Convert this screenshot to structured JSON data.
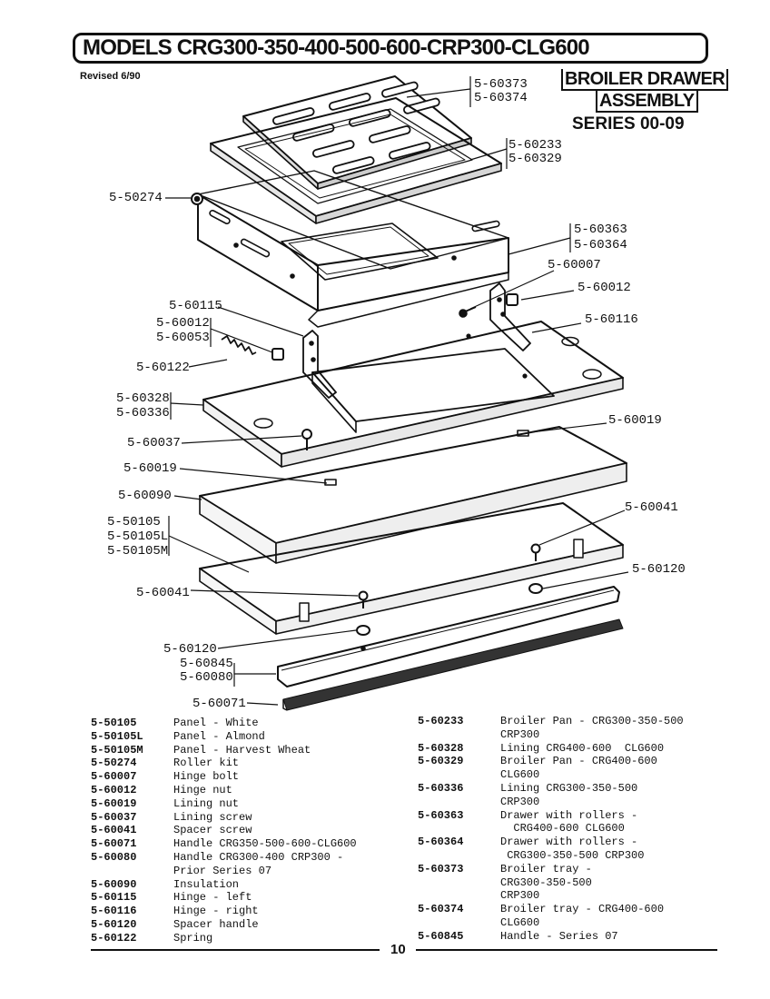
{
  "header": {
    "models_title": "MODELS CRG300-350-400-500-600-CRP300-CLG600",
    "revised": "Revised 6/90",
    "assembly_line1": "BROILER DRAWER",
    "assembly_line2": "ASSEMBLY",
    "series": "SERIES 00-09"
  },
  "callouts": {
    "c_60373": "5-60373",
    "c_60374": "5-60374",
    "c_60233": "5-60233",
    "c_60329": "5-60329",
    "c_50274": "5-50274",
    "c_60363": "5-60363",
    "c_60364": "5-60364",
    "c_60007": "5-60007",
    "c_60012_r": "5-60012",
    "c_60115": "5-60115",
    "c_60012_l": "5-60012",
    "c_60053": "5-60053",
    "c_60116": "5-60116",
    "c_60122": "5-60122",
    "c_60328": "5-60328",
    "c_60336": "5-60336",
    "c_60019_r": "5-60019",
    "c_60037": "5-60037",
    "c_60019_l": "5-60019",
    "c_60090": "5-60090",
    "c_60041_r": "5-60041",
    "c_50105": "5-50105",
    "c_50105L": "5-50105L",
    "c_50105M": "5-50105M",
    "c_60120_r": "5-60120",
    "c_60041_l": "5-60041",
    "c_60120_l": "5-60120",
    "c_60845": "5-60845",
    "c_60080": "5-60080",
    "c_60071": "5-60071"
  },
  "parts_left": [
    {
      "num": "5-50105",
      "desc": "Panel - White"
    },
    {
      "num": "5-50105L",
      "desc": "Panel - Almond"
    },
    {
      "num": "5-50105M",
      "desc": "Panel - Harvest Wheat"
    },
    {
      "num": "5-50274",
      "desc": "Roller kit"
    },
    {
      "num": "5-60007",
      "desc": "Hinge bolt"
    },
    {
      "num": "5-60012",
      "desc": "Hinge nut"
    },
    {
      "num": "5-60019",
      "desc": "Lining nut"
    },
    {
      "num": "5-60037",
      "desc": "Lining screw"
    },
    {
      "num": "5-60041",
      "desc": "Spacer screw"
    },
    {
      "num": "5-60071",
      "desc": "Handle CRG350-500-600-CLG600"
    },
    {
      "num": "5-60080",
      "desc": "Handle CRG300-400 CRP300 -"
    },
    {
      "num": "",
      "desc": "  Prior Series 07"
    },
    {
      "num": "5-60090",
      "desc": "Insulation"
    },
    {
      "num": "5-60115",
      "desc": "Hinge - left"
    },
    {
      "num": "5-60116",
      "desc": "Hinge - right"
    },
    {
      "num": "5-60120",
      "desc": "Spacer handle"
    },
    {
      "num": "5-60122",
      "desc": "Spring"
    }
  ],
  "parts_right": [
    {
      "num": "5-60233",
      "desc": "Broiler Pan - CRG300-350-500"
    },
    {
      "num": "",
      "desc": "CRP300"
    },
    {
      "num": "5-60328",
      "desc": "Lining CRG400-600  CLG600"
    },
    {
      "num": "5-60329",
      "desc": "Broiler Pan - CRG400-600"
    },
    {
      "num": "",
      "desc": "CLG600"
    },
    {
      "num": "5-60336",
      "desc": "Lining CRG300-350-500"
    },
    {
      "num": "",
      "desc": "CRP300"
    },
    {
      "num": "5-60363",
      "desc": "Drawer with rollers -"
    },
    {
      "num": "",
      "desc": "  CRG400-600 CLG600"
    },
    {
      "num": "5-60364",
      "desc": "Drawer with rollers -"
    },
    {
      "num": "",
      "desc": " CRG300-350-500 CRP300"
    },
    {
      "num": "5-60373",
      "desc": "Broiler tray -"
    },
    {
      "num": "",
      "desc": "CRG300-350-500"
    },
    {
      "num": "",
      "desc": "CRP300"
    },
    {
      "num": "5-60374",
      "desc": "Broiler tray - CRG400-600"
    },
    {
      "num": "",
      "desc": "CLG600"
    },
    {
      "num": "5-60845",
      "desc": "Handle - Series 07"
    }
  ],
  "footer": {
    "page_number": "10"
  }
}
